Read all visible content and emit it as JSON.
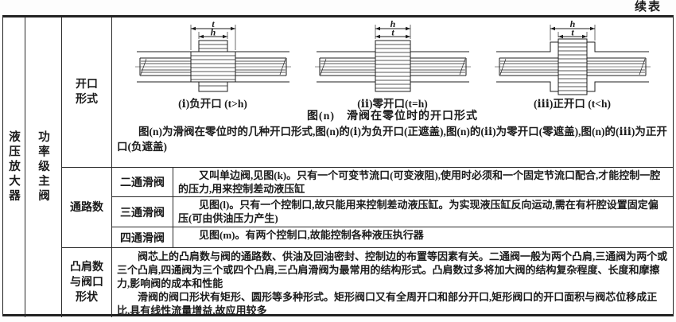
{
  "page": {
    "continued_label": "续表"
  },
  "table": {
    "category_col": "液压放大器",
    "group_col": "功率级主阀",
    "opening_row": {
      "label": "开口形式",
      "figures": [
        {
          "caption": "(ⅰ)负开口 (t>h)",
          "outer_dim": "t",
          "inner_dim": "h"
        },
        {
          "caption": "(ⅱ)零开口(t=h)",
          "outer_dim": "h",
          "inner_dim": "t"
        },
        {
          "caption": "(ⅲ)正开口 (t<h)",
          "outer_dim": "h",
          "inner_dim": "t"
        }
      ],
      "figure_title": "图(n)　滑阀在零位时的开口形式",
      "note": "图(n)为滑阀在零位时的几种开口形式,图(n)的(ⅰ)为负开口(正遮盖),图(n)的(ⅱ)为零开口(零遮盖),图(n)的(ⅲ)为正开口(负遮盖)"
    },
    "passages_row": {
      "label": "通路数",
      "items": [
        {
          "name": "二通滑阀",
          "desc": "又叫单边阀,见图(k)。只有一个可变节流口(可变液阻),使用时必须和一个固定节流口配合,才能控制一腔的压力,用来控制差动液压缸"
        },
        {
          "name": "三通滑阀",
          "desc": "见图(l)。只有一个控制口,故只能用来控制差动液压缸。为实现液压缸反向运动,需在有杆腔设置固定偏压(可由供油压力产生)"
        },
        {
          "name": "四通滑阀",
          "desc": "见图(m)。有两个控制口,故能控制各种液压执行器"
        }
      ]
    },
    "shoulders_row": {
      "label": "凸肩数与阀口形状",
      "paragraphs": {
        "p1": "阀芯上的凸肩数与阀的通路数、供油及回油密封、控制边的布置等因素有关。二通阀一般为两个凸肩,三通阀为两个或三个凸肩,四通阀为三个或四个凸肩,三凸肩滑阀为最常用的结构形式。凸肩数过多将加大阀的结构复杂程度、长度和摩擦力,影响阀的成本和性能",
        "p2": "滑阀的阀口形状有矩形、圆形等多种形式。矩形阀口又有全周开口和部分开口,矩形阀口的开口面积与阀芯位移成正比,具有线性流量增益,故应用较多"
      }
    }
  }
}
